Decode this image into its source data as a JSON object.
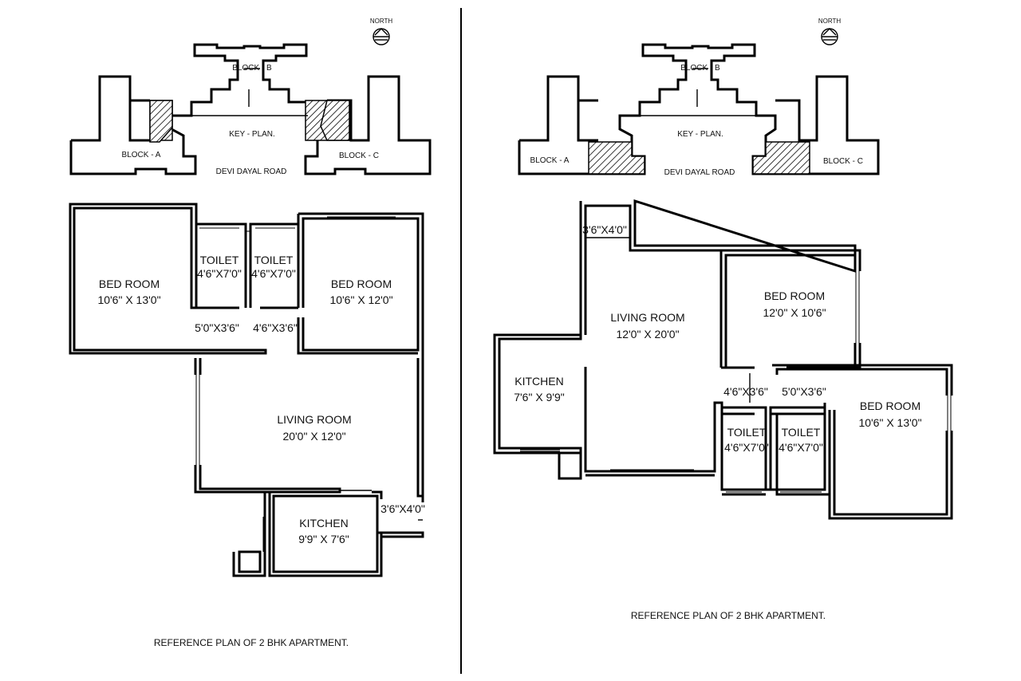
{
  "left_plan": {
    "north": "NORTH",
    "key_plan": {
      "title": "KEY - PLAN.",
      "block_a": "BLOCK - A",
      "block_b": "BLOCK - B",
      "block_c": "BLOCK - C",
      "road": "DEVI DAYAL ROAD"
    },
    "rooms": {
      "bedroom1": {
        "name": "BED ROOM",
        "size": "10'6\" X 13'0\""
      },
      "toilet1": {
        "name": "TOILET",
        "size": "4'6\"X7'0\""
      },
      "toilet2": {
        "name": "TOILET",
        "size": "4'6\"X7'0\""
      },
      "bedroom2": {
        "name": "BED ROOM",
        "size": "10'6\" X 12'0\""
      },
      "passage1": "5'0\"X3'6\"",
      "passage2": "4'6\"X3'6\"",
      "living": {
        "name": "LIVING ROOM",
        "size": "20'0\" X 12'0\""
      },
      "kitchen": {
        "name": "KITCHEN",
        "size": "9'9\" X 7'6\""
      },
      "utility": "3'6\"X4'0\""
    },
    "caption": "REFERENCE PLAN OF 2 BHK  APARTMENT."
  },
  "right_plan": {
    "north": "NORTH",
    "key_plan": {
      "title": "KEY - PLAN.",
      "block_a": "BLOCK - A",
      "block_b": "BLOCK - B",
      "block_c": "BLOCK - C",
      "road": "DEVI DAYAL ROAD"
    },
    "rooms": {
      "utility": "3'6\"X4'0\"",
      "living": {
        "name": "LIVING ROOM",
        "size": "12'0\" X 20'0\""
      },
      "bedroom1": {
        "name": "BED ROOM",
        "size": "12'0\" X 10'6\""
      },
      "kitchen": {
        "name": "KITCHEN",
        "size": "7'6\" X 9'9\""
      },
      "passage1": "4'6\"X3'6\"",
      "passage2": "5'0\"X3'6\"",
      "bedroom2": {
        "name": "BED ROOM",
        "size": "10'6\" X 13'0\""
      },
      "toilet1": {
        "name": "TOILET",
        "size": "4'6\"X7'0\""
      },
      "toilet2": {
        "name": "TOILET",
        "size": "4'6\"X7'0\""
      }
    },
    "caption": "REFERENCE PLAN OF 2 BHK  APARTMENT."
  }
}
